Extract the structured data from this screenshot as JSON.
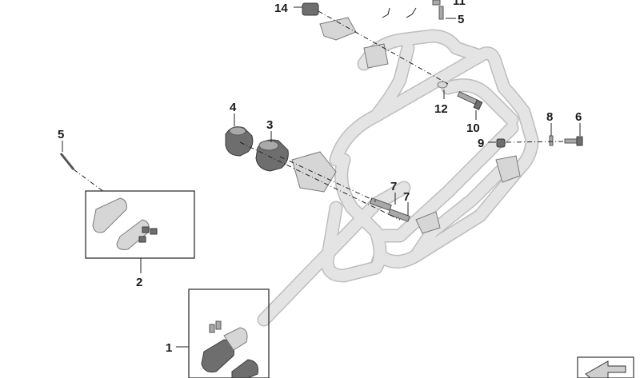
{
  "callouts": [
    {
      "id": "c1",
      "label": "1"
    },
    {
      "id": "c2",
      "label": "2"
    },
    {
      "id": "c3",
      "label": "3"
    },
    {
      "id": "c4",
      "label": "4"
    },
    {
      "id": "c5a",
      "label": "5"
    },
    {
      "id": "c5b",
      "label": "5"
    },
    {
      "id": "c6",
      "label": "6"
    },
    {
      "id": "c7a",
      "label": "7"
    },
    {
      "id": "c7b",
      "label": "7"
    },
    {
      "id": "c8",
      "label": "8"
    },
    {
      "id": "c9",
      "label": "9"
    },
    {
      "id": "c10",
      "label": "10"
    },
    {
      "id": "c11",
      "label": "11"
    },
    {
      "id": "c12",
      "label": "12"
    },
    {
      "id": "c14",
      "label": "14"
    }
  ],
  "colors": {
    "frame": "#e4e4e4",
    "frame_edge": "#bdbdbd",
    "ink": "#1a1a1a",
    "rubber": "#6e6e6e"
  }
}
